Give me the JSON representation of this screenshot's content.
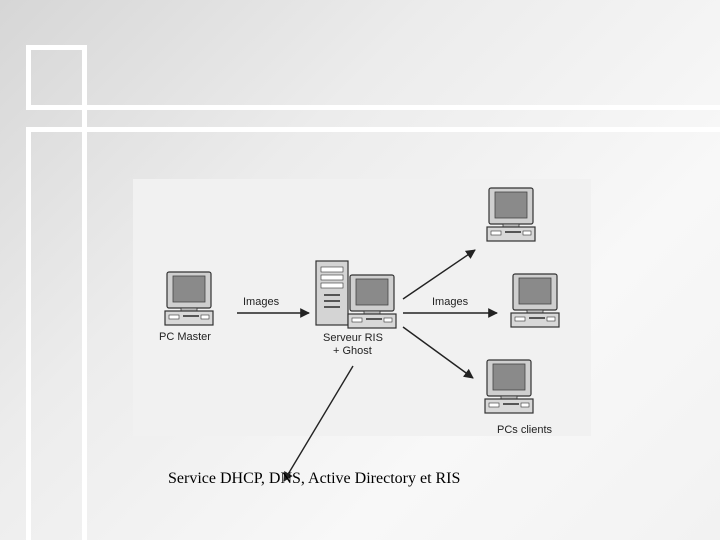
{
  "diagram": {
    "nodes": {
      "pc_master": "PC Master",
      "server_line1": "Serveur RIS",
      "server_line2": "+ Ghost",
      "clients": "PCs clients"
    },
    "edges": {
      "master_to_server": "Images",
      "server_to_clients": "Images"
    }
  },
  "caption": "Service DHCP, DNS, Active Directory et RIS"
}
